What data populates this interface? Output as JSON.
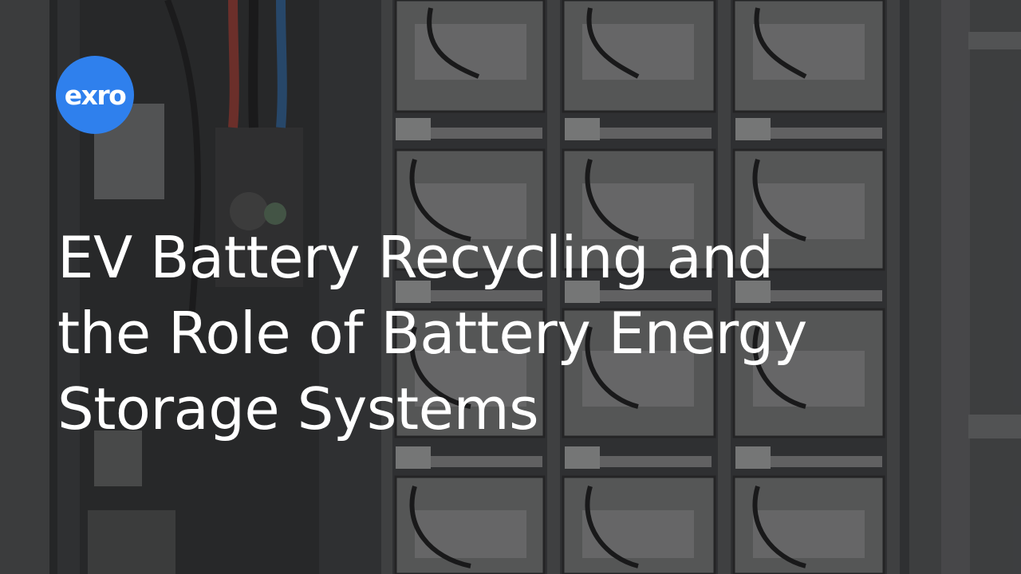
{
  "brand": {
    "logo_text": "exro",
    "logo_color": "#2f80ed"
  },
  "headline": {
    "lines": [
      "EV Battery Recycling and",
      "the Role of Battery Energy",
      "Storage Systems"
    ]
  },
  "colors": {
    "text": "#ffffff",
    "overlay": "#1f2022"
  }
}
